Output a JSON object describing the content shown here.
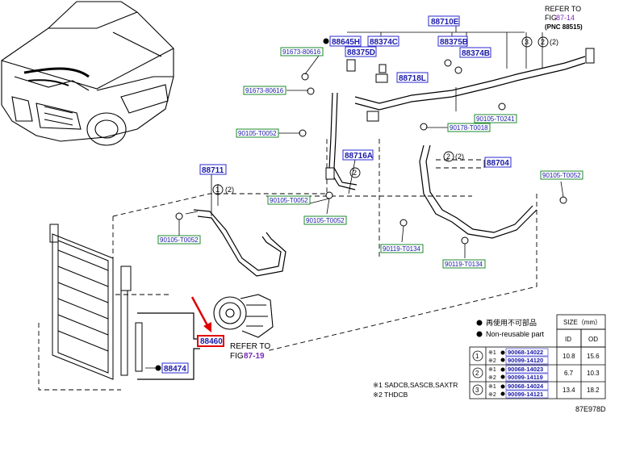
{
  "refer_top": {
    "line1": "REFER TO",
    "fig": "FIG",
    "figref": "87-14",
    "pnc": "(PNC 88515)"
  },
  "refer_comp": {
    "line1": "REFER TO",
    "fig": "FIG",
    "figref": "87-19"
  },
  "part_labels_blue": [
    {
      "id": "p88710E",
      "text": "88710E"
    },
    {
      "id": "p88645H",
      "text": "88645H"
    },
    {
      "id": "p88374C",
      "text": "88374C"
    },
    {
      "id": "p88375B",
      "text": "88375B"
    },
    {
      "id": "p88375D",
      "text": "88375D"
    },
    {
      "id": "p88374B",
      "text": "88374B"
    },
    {
      "id": "p88718L",
      "text": "88718L"
    },
    {
      "id": "p88716A",
      "text": "88716A"
    },
    {
      "id": "p88704",
      "text": "88704"
    },
    {
      "id": "p88711",
      "text": "88711"
    },
    {
      "id": "p88474",
      "text": "88474"
    }
  ],
  "part_labels_green": [
    {
      "id": "g1",
      "text": "91673-80616"
    },
    {
      "id": "g2",
      "text": "91673-80616"
    },
    {
      "id": "g3",
      "text": "90105-T0052"
    },
    {
      "id": "g4",
      "text": "90105-T0241"
    },
    {
      "id": "g5",
      "text": "90178-T0018"
    },
    {
      "id": "g6",
      "text": "90105-T0052"
    },
    {
      "id": "g7",
      "text": "90105-T0052"
    },
    {
      "id": "g8",
      "text": "90105-T0052"
    },
    {
      "id": "g9",
      "text": "90105-T0052"
    },
    {
      "id": "g10",
      "text": "90119-T0134"
    },
    {
      "id": "g11",
      "text": "90119-T0134"
    }
  ],
  "highlighted_part": "88460",
  "circled": [
    "1",
    "2",
    "3"
  ],
  "paren2": "(2)",
  "legend": {
    "reuse_jp": "再使用不可部品",
    "reuse_en": "Non-reusable part",
    "size_header": "SIZE（mm）",
    "col_id": "ID",
    "col_od": "OD",
    "rows": [
      {
        "num": "1",
        "p1": "90068-14022",
        "p2": "90099-14120",
        "id": "10.8",
        "od": "15.6"
      },
      {
        "num": "2",
        "p1": "90068-14023",
        "p2": "90099-14119",
        "id": "6.7",
        "od": "10.3"
      },
      {
        "num": "3",
        "p1": "90068-14024",
        "p2": "90099-14121",
        "id": "13.4",
        "od": "18.2"
      }
    ],
    "mark1": "※1",
    "mark2": "※2"
  },
  "notes": {
    "n1": "※1 SADCB,SASCB,SAXTR",
    "n2": "※2 THDCB"
  },
  "code": "87E978D",
  "colors": {
    "blue_text": "#1a1aa8",
    "blue_box": "#2a2ad0",
    "green_box": "#1c8a2e",
    "highlight_red": "#e00000",
    "purple": "#7a2ab8"
  }
}
